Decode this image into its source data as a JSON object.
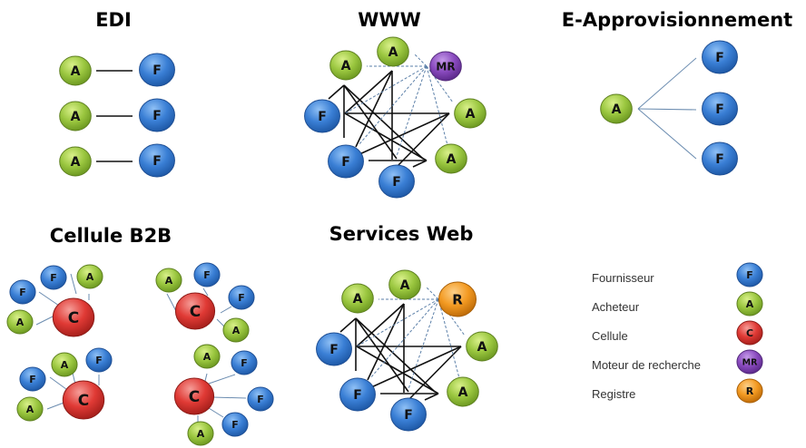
{
  "node_types": {
    "F": {
      "label": "F",
      "color": "#3a7fd5",
      "stroke": "#1f4f94"
    },
    "A": {
      "label": "A",
      "color": "#9bc740",
      "stroke": "#5d7f1f"
    },
    "C": {
      "label": "C",
      "color": "#e03a35",
      "stroke": "#8e1c18"
    },
    "MR": {
      "label": "MR",
      "color": "#8a4bbf",
      "stroke": "#512879"
    },
    "R": {
      "label": "R",
      "color": "#f39a22",
      "stroke": "#a85f07"
    }
  },
  "panels": [
    {
      "id": "edi",
      "title": "EDI"
    },
    {
      "id": "www",
      "title": "WWW"
    },
    {
      "id": "eappro",
      "title": "E-Approvisionnement"
    },
    {
      "id": "b2b",
      "title": "Cellule B2B"
    },
    {
      "id": "ws",
      "title": "Services Web"
    }
  ],
  "legend": [
    {
      "label": "Fournisseur",
      "type": "F"
    },
    {
      "label": "Acheteur",
      "type": "A"
    },
    {
      "label": "Cellule",
      "type": "C"
    },
    {
      "label": "Moteur de recherche",
      "type": "MR"
    },
    {
      "label": "Registre",
      "type": "R"
    }
  ]
}
